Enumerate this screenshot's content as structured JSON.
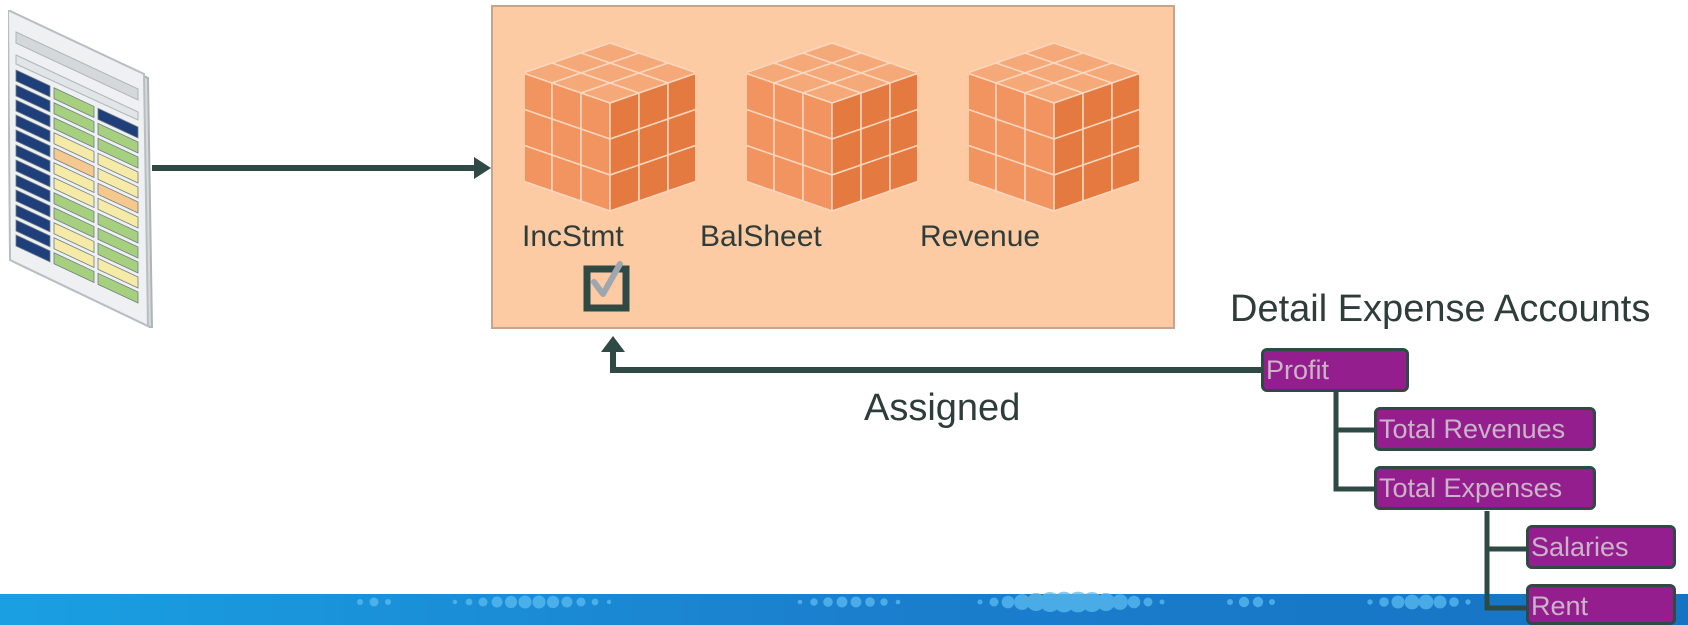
{
  "colors": {
    "connector": "#2f4a44",
    "cube_panel": "#fccba3",
    "cube_orange": "#f08a4e",
    "account_fill": "#951e8f",
    "account_text": "#c9b4c8",
    "footer_blue": "#1b8fd6"
  },
  "source": {
    "icon": "spreadsheet-icon"
  },
  "cubes": [
    {
      "label": "IncStmt",
      "icon": "cube-icon",
      "checked": true
    },
    {
      "label": "BalSheet",
      "icon": "cube-icon"
    },
    {
      "label": "Revenue",
      "icon": "cube-icon"
    }
  ],
  "assigned_label": "Assigned",
  "hierarchy": {
    "title": "Detail Expense Accounts",
    "items": [
      "Profit",
      "Total Revenues",
      "Total Expenses",
      "Salaries",
      "Rent"
    ]
  }
}
